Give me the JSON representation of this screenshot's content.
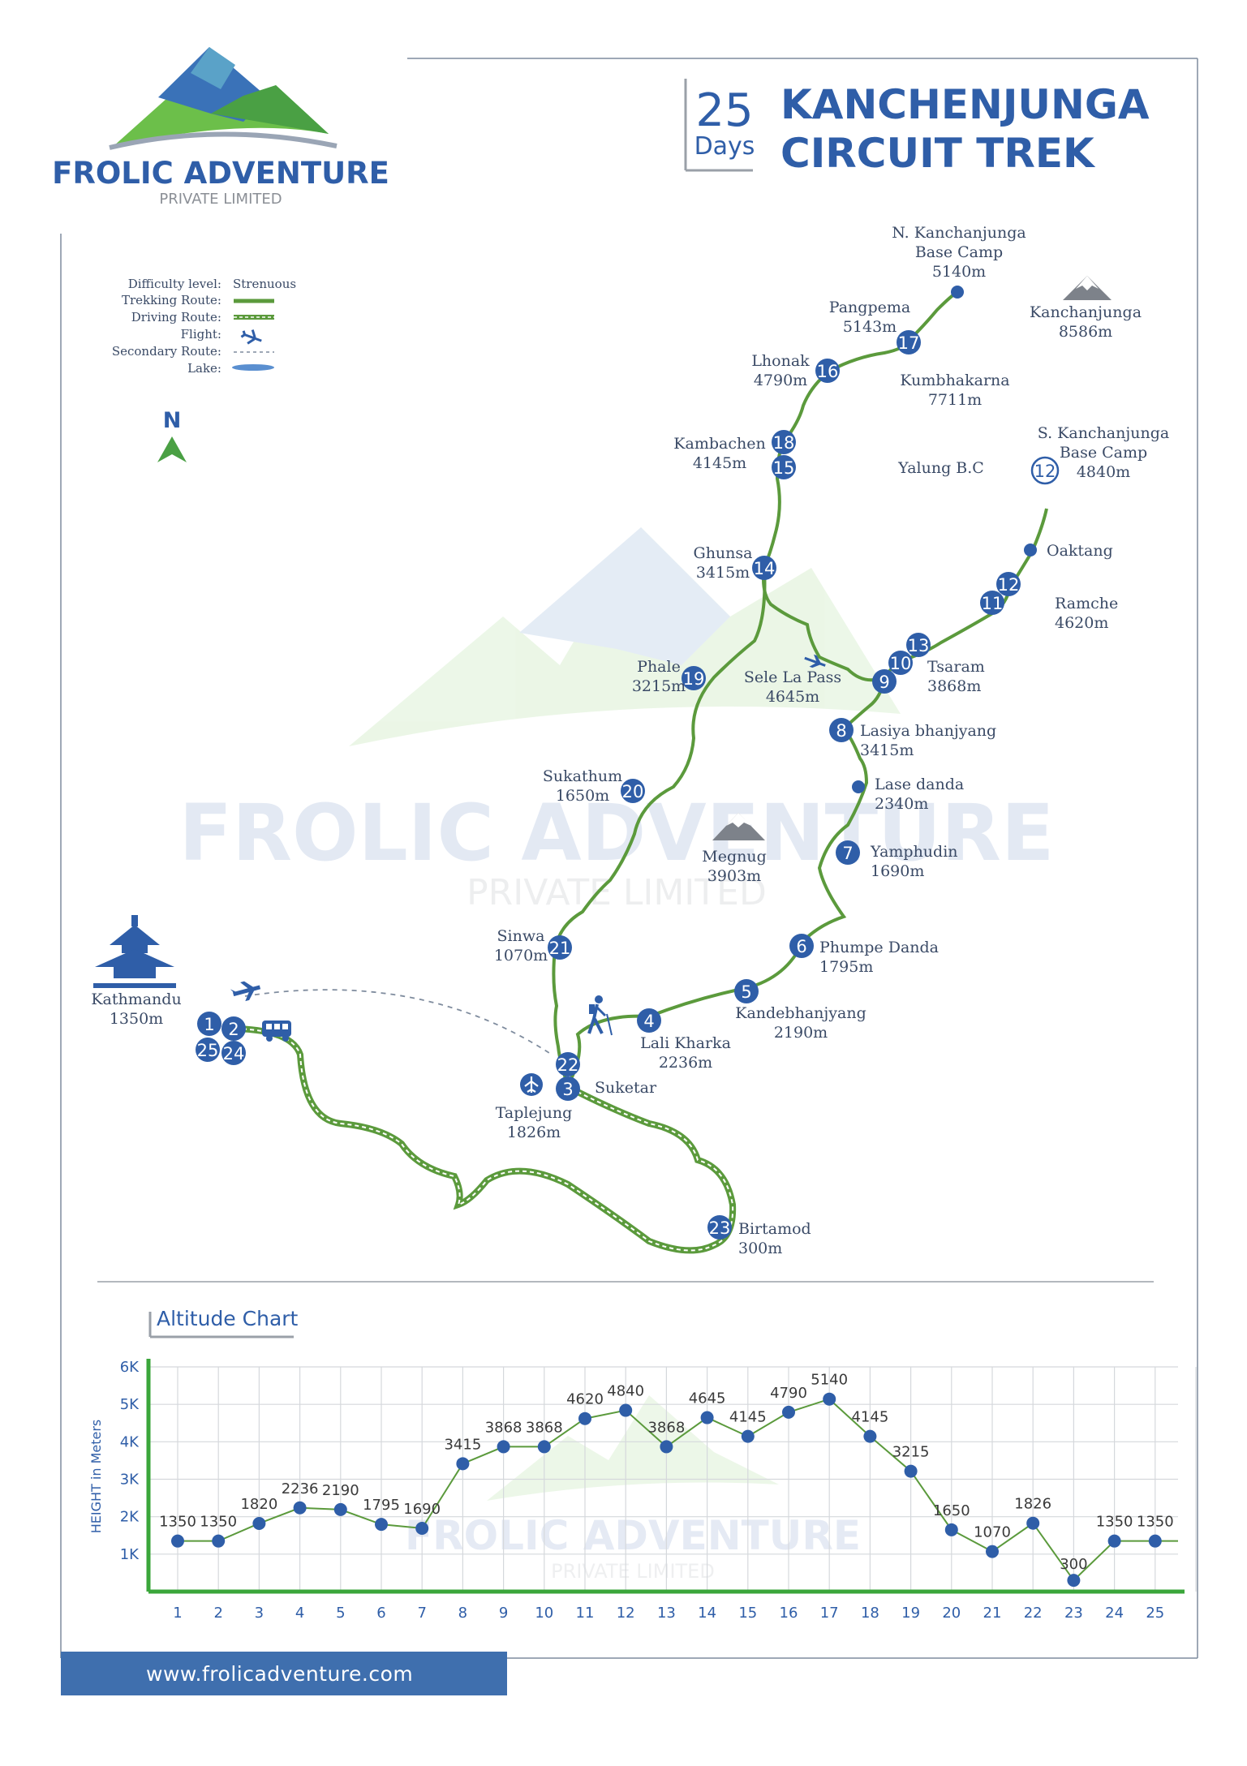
{
  "brand": {
    "name": "FROLIC ADVENTURE",
    "subtitle": "PRIVATE LIMITED"
  },
  "header": {
    "days_number": "25",
    "days_label": "Days",
    "title_line1": "KANCHENJUNGA",
    "title_line2": "CIRCUIT TREK"
  },
  "legend": [
    {
      "label": "Difficulty level:",
      "value": "Strenuous"
    },
    {
      "label": "Trekking Route:",
      "symbol": "trek-line"
    },
    {
      "label": "Driving Route:",
      "symbol": "drive-line"
    },
    {
      "label": "Flight:",
      "symbol": "plane-icon"
    },
    {
      "label": "Secondary Route:",
      "symbol": "dashed-line"
    },
    {
      "label": "Lake:",
      "symbol": "lake-ellipse"
    }
  ],
  "north_label": "N",
  "waypoints": [
    {
      "id": "1",
      "label": ""
    },
    {
      "id": "2",
      "label": ""
    },
    {
      "id": "25",
      "label": ""
    },
    {
      "id": "24",
      "label": ""
    },
    {
      "id": "22",
      "label": ""
    },
    {
      "id": "3",
      "label": "Suketar"
    },
    {
      "id": "4",
      "label": "Lali Kharka 2236m"
    },
    {
      "id": "5",
      "label": "Kandebhanjyang 2190m"
    },
    {
      "id": "6",
      "label": "Phumpe Danda 1795m"
    },
    {
      "id": "7",
      "label": "Yamphudin 1690m"
    },
    {
      "id": "8",
      "label": "Lasiya bhanjyang 3415m"
    },
    {
      "id": "9",
      "label": ""
    },
    {
      "id": "10",
      "label": ""
    },
    {
      "id": "11",
      "label": ""
    },
    {
      "id": "12",
      "label": "S. Kanchanjunga Base Camp 4840m"
    },
    {
      "id": "13",
      "label": ""
    },
    {
      "id": "14",
      "label": "Ghunsa 3415m"
    },
    {
      "id": "15",
      "label": ""
    },
    {
      "id": "16",
      "label": "Lhonak 4790m"
    },
    {
      "id": "17",
      "label": "Pangpema 5143m"
    },
    {
      "id": "18",
      "label": "Kambachen 4145m"
    },
    {
      "id": "19",
      "label": "Phale 3215m"
    },
    {
      "id": "20",
      "label": "Sukathum 1650m"
    },
    {
      "id": "21",
      "label": "Sinwa 1070m"
    },
    {
      "id": "23",
      "label": "Birtamod 300m"
    }
  ],
  "place_labels": {
    "n_base_camp": [
      "N. Kanchanjunga",
      "Base Camp",
      "5140m"
    ],
    "kanchanjunga_peak": [
      "Kanchanjunga",
      "8586m"
    ],
    "pangpema": [
      "Pangpema",
      "5143m"
    ],
    "lhonak": [
      "Lhonak",
      "4790m"
    ],
    "kumbhakarna": [
      "Kumbhakarna",
      "7711m"
    ],
    "kambachen": [
      "Kambachen",
      "4145m"
    ],
    "yalung": [
      "Yalung B.C"
    ],
    "s_base_camp": [
      "S. Kanchanjunga",
      "Base Camp",
      "4840m"
    ],
    "oaktang": [
      "Oaktang"
    ],
    "ghunsa": [
      "Ghunsa",
      "3415m"
    ],
    "ramche": [
      "Ramche",
      "4620m"
    ],
    "tsaram": [
      "Tsaram",
      "3868m"
    ],
    "phale": [
      "Phale",
      "3215m"
    ],
    "sele_la": [
      "Sele La Pass",
      "4645m"
    ],
    "lasiya": [
      "Lasiya bhanjyang",
      "3415m"
    ],
    "sukathum": [
      "Sukathum",
      "1650m"
    ],
    "lase_danda": [
      "Lase danda",
      "2340m"
    ],
    "megnug": [
      "Megnug",
      "3903m"
    ],
    "yamphudin": [
      "Yamphudin",
      "1690m"
    ],
    "sinwa": [
      "Sinwa",
      "1070m"
    ],
    "phumpe": [
      "Phumpe Danda",
      "1795m"
    ],
    "kathmandu": [
      "Kathmandu",
      "1350m"
    ],
    "kandebhanjyang": [
      "Kandebhanjyang",
      "2190m"
    ],
    "lali_kharka": [
      "Lali Kharka",
      "2236m"
    ],
    "suketar": [
      "Suketar"
    ],
    "taplejung": [
      "Taplejung",
      "1826m"
    ],
    "birtamod": [
      "Birtamod",
      "300m"
    ]
  },
  "watermark": {
    "line1": "FROLIC ADVENTURE",
    "line2": "PRIVATE LIMITED"
  },
  "chart_data": {
    "type": "line",
    "title": "Altitude Chart",
    "ylabel": "HEIGHT in Meters",
    "xlabel": "",
    "x": [
      1,
      2,
      3,
      4,
      5,
      6,
      7,
      8,
      9,
      10,
      11,
      12,
      13,
      14,
      15,
      16,
      17,
      18,
      19,
      20,
      21,
      22,
      23,
      24,
      25
    ],
    "values": [
      1350,
      1350,
      1820,
      2236,
      2190,
      1795,
      1690,
      3415,
      3868,
      3868,
      4620,
      4840,
      3868,
      4645,
      4145,
      4790,
      5140,
      4145,
      3215,
      1650,
      1070,
      1826,
      300,
      1350,
      1350
    ],
    "ylim": [
      0,
      6000
    ],
    "y_ticks": [
      "1K",
      "2K",
      "3K",
      "4K",
      "5K",
      "6K"
    ],
    "y_tick_values": [
      1000,
      2000,
      3000,
      4000,
      5000,
      6000
    ],
    "grid": true,
    "colors": {
      "line": "#5b9a3c",
      "point": "#2f5ea8",
      "axis": "#3aa63a"
    }
  },
  "footer": {
    "url": "www.frolicadventure.com"
  },
  "colors": {
    "brand_blue": "#2f5ea8",
    "route_green": "#5b9a3c",
    "waypoint_blue": "#2f5ea8",
    "footer_blue": "#3f6fae"
  }
}
